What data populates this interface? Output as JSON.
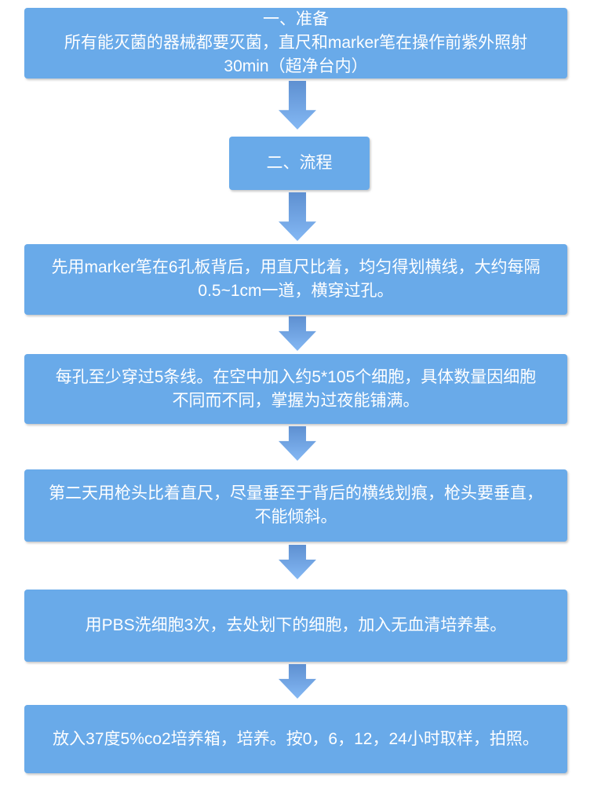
{
  "flowchart": {
    "colors": {
      "box_fill": "#69AAE9",
      "arrow_gradient_top": "#5E90D1",
      "arrow_gradient_bottom": "#84B8F4",
      "text": "#FFFFFF",
      "background": "#FFFFFF"
    },
    "steps": [
      {
        "lines": [
          "一、准备",
          "所有能灭菌的器械都要灭菌，直尺和marker笔在操作前紫外照射",
          "30min（超净台内）"
        ]
      },
      {
        "lines": [
          "二、流程"
        ]
      },
      {
        "lines": [
          "先用marker笔在6孔板背后，用直尺比着，均匀得划横线，大约每隔",
          "0.5~1cm一道，横穿过孔。"
        ]
      },
      {
        "lines": [
          "每孔至少穿过5条线。在空中加入约5*105个细胞，具体数量因细胞",
          "不同而不同，掌握为过夜能铺满。"
        ]
      },
      {
        "lines": [
          "第二天用枪头比着直尺，尽量垂至于背后的横线划痕，枪头要垂直，",
          "不能倾斜。"
        ]
      },
      {
        "lines": [
          "用PBS洗细胞3次，去处划下的细胞，加入无血清培养基。"
        ]
      },
      {
        "lines": [
          "放入37度5%co2培养箱，培养。按0，6，12，24小时取样，拍照。"
        ]
      }
    ]
  }
}
